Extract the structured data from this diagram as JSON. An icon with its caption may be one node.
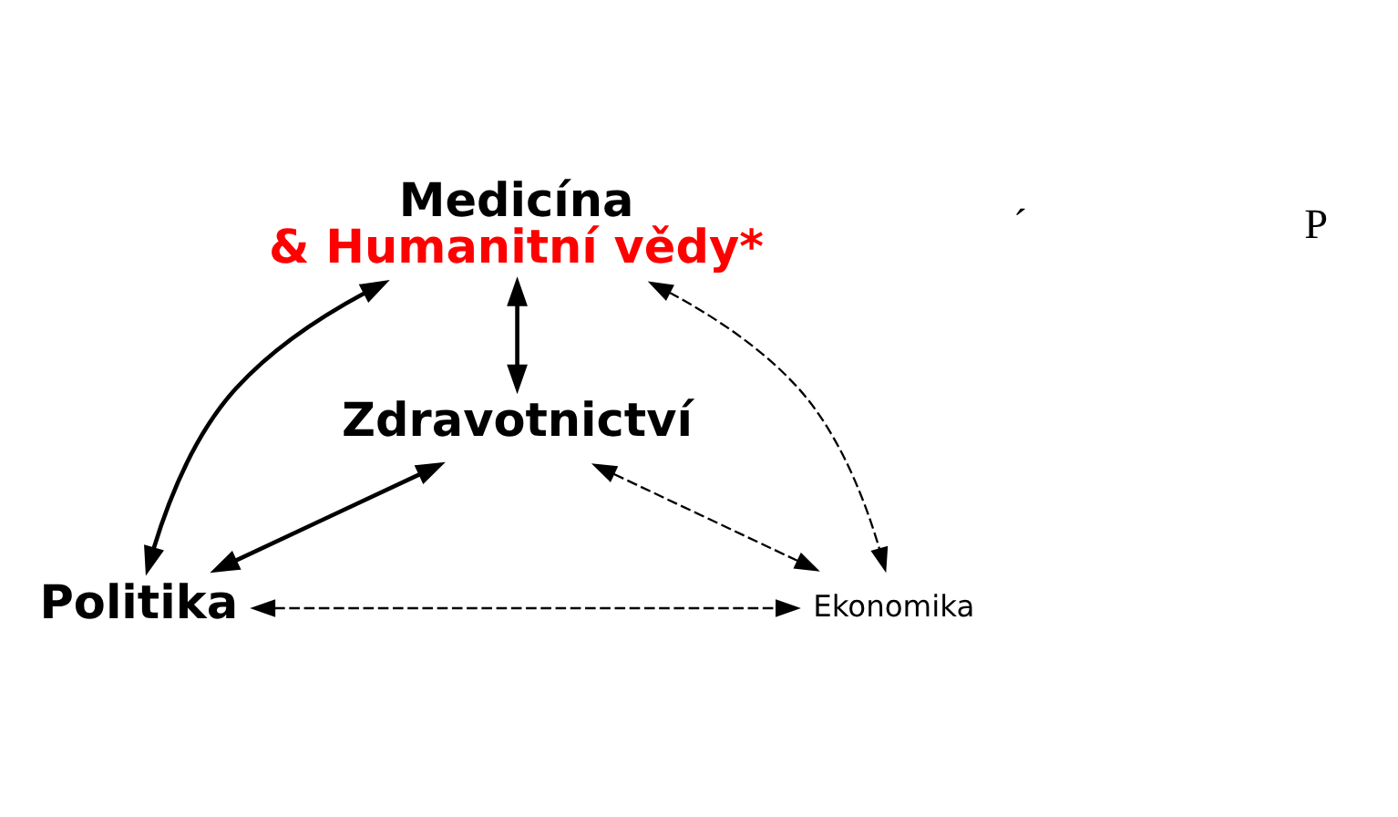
{
  "diagram": {
    "nodes": [
      {
        "text": [
          "Medicína",
          "& Humanitní vědy*"
        ]
      },
      {
        "text": [
          "Zdravotnictví"
        ]
      },
      {
        "text": [
          "Politika"
        ]
      },
      {
        "text": [
          "Ekonomika"
        ]
      }
    ],
    "edges": [
      {
        "from": 0,
        "to": 1,
        "arrow": "both"
      },
      {
        "from": 0,
        "to": 2,
        "arrow": "both"
      },
      {
        "from": 0,
        "to": 3,
        "arrow": "both",
        "style": "dashed"
      },
      {
        "from": 1,
        "to": 2,
        "arrow": "both"
      },
      {
        "from": 1,
        "to": 3,
        "arrow": "both",
        "style": "dashed"
      },
      {
        "from": 2,
        "to": 3,
        "arrow": "both",
        "style": "dashed"
      }
    ],
    "labels": [
      "´",
      "P"
    ]
  }
}
